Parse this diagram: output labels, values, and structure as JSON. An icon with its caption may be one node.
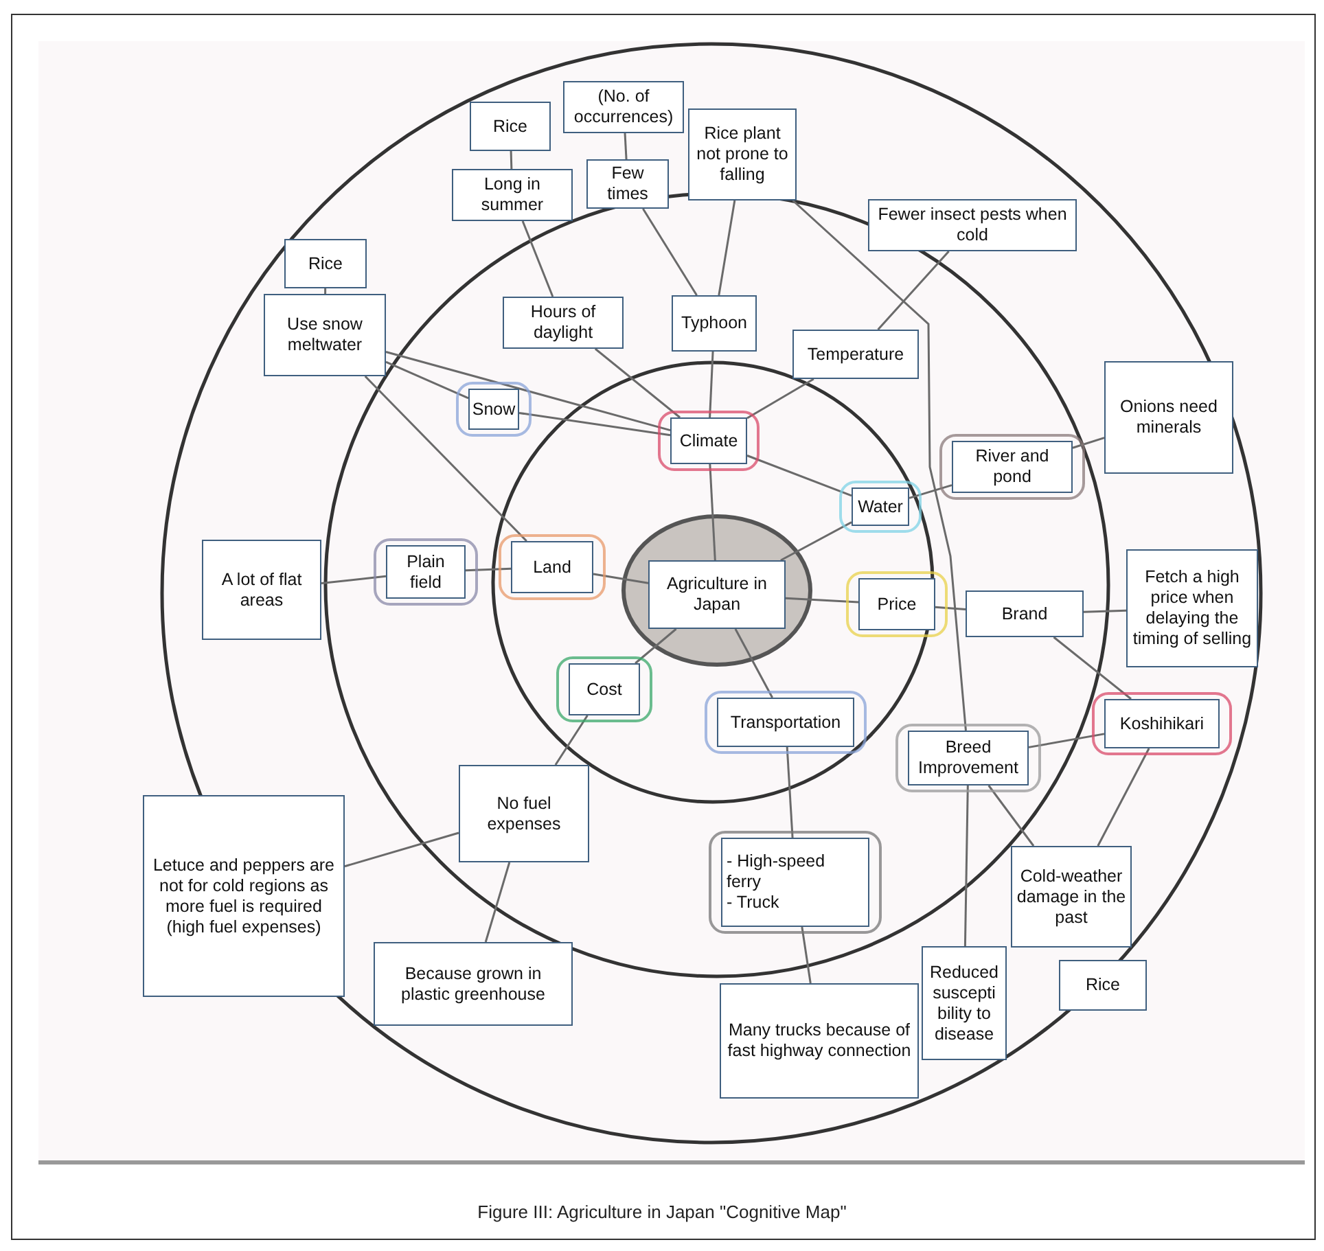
{
  "diagram": {
    "caption": "Figure III: Agriculture in Japan \"Cognitive Map\"",
    "nodes": [
      {
        "text": [
          "Agriculture in Japan"
        ]
      },
      {
        "text": [
          "Climate"
        ]
      },
      {
        "text": [
          "Water"
        ]
      },
      {
        "text": [
          "Price"
        ]
      },
      {
        "text": [
          "Cost"
        ]
      },
      {
        "text": [
          "Land"
        ]
      },
      {
        "text": [
          "Transportation"
        ]
      },
      {
        "text": [
          "Typhoon"
        ]
      },
      {
        "text": [
          "Temperature"
        ]
      },
      {
        "text": [
          "Hours of daylight"
        ]
      },
      {
        "text": [
          "Snow"
        ]
      },
      {
        "text": [
          "Plain field"
        ]
      },
      {
        "text": [
          "River and pond"
        ]
      },
      {
        "text": [
          "Brand"
        ]
      },
      {
        "text": [
          "Breed Improvement"
        ]
      },
      {
        "text": [
          "- High-speed ferry",
          "- Truck"
        ]
      },
      {
        "text": [
          "No fuel expenses"
        ]
      },
      {
        "text": [
          "Koshihikari"
        ]
      },
      {
        "text": [
          "Rice"
        ]
      },
      {
        "text": [
          "Use snow meltwater"
        ]
      },
      {
        "text": [
          "Rice"
        ]
      },
      {
        "text": [
          "Long in summer"
        ]
      },
      {
        "text": [
          "(No. of occurrences)"
        ]
      },
      {
        "text": [
          "Few times"
        ]
      },
      {
        "text": [
          "Rice plant not prone to falling"
        ]
      },
      {
        "text": [
          "Fewer insect pests when cold"
        ]
      },
      {
        "text": [
          "Onions need minerals"
        ]
      },
      {
        "text": [
          "A lot of flat areas"
        ]
      },
      {
        "text": [
          "Fetch a high price when delaying the timing of selling"
        ]
      },
      {
        "text": [
          "Letuce and peppers are not for cold regions as more fuel is required (high fuel expenses)"
        ]
      },
      {
        "text": [
          "Because grown in plastic greenhouse"
        ]
      },
      {
        "text": [
          "Many trucks because of fast highway connection"
        ]
      },
      {
        "text": [
          "Reduced suscepti bility to disease"
        ]
      },
      {
        "text": [
          "Cold-weather damage in the past"
        ]
      },
      {
        "text": [
          "Rice"
        ]
      }
    ],
    "edges": [
      {
        "from": 0,
        "to": 1,
        "arrow": "none"
      },
      {
        "from": 0,
        "to": 5,
        "arrow": "none"
      },
      {
        "from": 0,
        "to": 2,
        "arrow": "none"
      },
      {
        "from": 0,
        "to": 3,
        "arrow": "none"
      },
      {
        "from": 0,
        "to": 4,
        "arrow": "none"
      },
      {
        "from": 0,
        "to": 6,
        "arrow": "none"
      },
      {
        "from": 1,
        "to": 7,
        "arrow": "none"
      },
      {
        "from": 1,
        "to": 8,
        "arrow": "none"
      },
      {
        "from": 1,
        "to": 9,
        "arrow": "none"
      },
      {
        "from": 1,
        "to": 10,
        "arrow": "none"
      },
      {
        "from": 1,
        "to": 2,
        "arrow": "none"
      },
      {
        "from": 10,
        "to": 19,
        "arrow": "none"
      },
      {
        "from": 19,
        "to": 1,
        "arrow": "none"
      },
      {
        "from": 19,
        "to": 18,
        "arrow": "none"
      },
      {
        "from": 5,
        "to": 19,
        "arrow": "none"
      },
      {
        "from": 9,
        "to": 21,
        "arrow": "none"
      },
      {
        "from": 21,
        "to": 20,
        "arrow": "none"
      },
      {
        "from": 7,
        "to": 24,
        "arrow": "none"
      },
      {
        "from": 7,
        "to": 23,
        "arrow": "none"
      },
      {
        "from": 23,
        "to": 22,
        "arrow": "none"
      },
      {
        "from": 24,
        "to": 14,
        "arrow": "none"
      },
      {
        "from": 8,
        "to": 25,
        "arrow": "none"
      },
      {
        "from": 2,
        "to": 12,
        "arrow": "none"
      },
      {
        "from": 12,
        "to": 26,
        "arrow": "none"
      },
      {
        "from": 3,
        "to": 13,
        "arrow": "none"
      },
      {
        "from": 13,
        "to": 28,
        "arrow": "none"
      },
      {
        "from": 13,
        "to": 17,
        "arrow": "none"
      },
      {
        "from": 17,
        "to": 14,
        "arrow": "none"
      },
      {
        "from": 17,
        "to": 33,
        "arrow": "none"
      },
      {
        "from": 14,
        "to": 33,
        "arrow": "none"
      },
      {
        "from": 14,
        "to": 32,
        "arrow": "none"
      },
      {
        "from": 6,
        "to": 15,
        "arrow": "none"
      },
      {
        "from": 15,
        "to": 31,
        "arrow": "none"
      },
      {
        "from": 4,
        "to": 16,
        "arrow": "none"
      },
      {
        "from": 16,
        "to": 29,
        "arrow": "none"
      },
      {
        "from": 16,
        "to": 30,
        "arrow": "none"
      },
      {
        "from": 5,
        "to": 11,
        "arrow": "none"
      },
      {
        "from": 11,
        "to": 27,
        "arrow": "none"
      }
    ]
  }
}
